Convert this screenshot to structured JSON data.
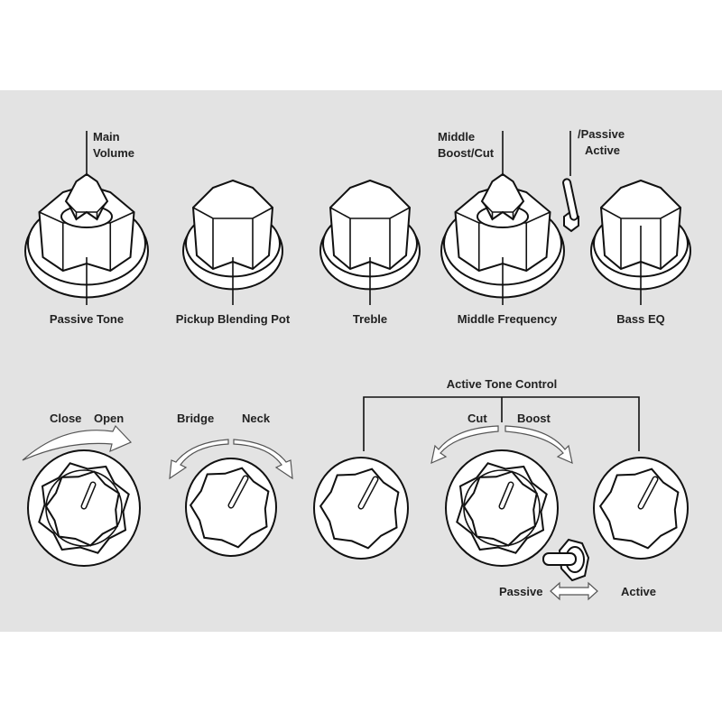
{
  "top_row": {
    "main_volume": [
      "Main",
      "Volume"
    ],
    "middle_boost_cut": [
      "Middle",
      "Boost/Cut"
    ],
    "passive_active": [
      "/Passive",
      "Active"
    ],
    "labels": [
      "Passive Tone",
      "Pickup Blending Pot",
      "Treble",
      "Middle Frequency",
      "Bass EQ"
    ]
  },
  "bottom_row": {
    "close": "Close",
    "open": "Open",
    "bridge": "Bridge",
    "neck": "Neck",
    "active_tone_control": "Active Tone Control",
    "cut": "Cut",
    "boost": "Boost",
    "passive": "Passive",
    "active": "Active"
  }
}
